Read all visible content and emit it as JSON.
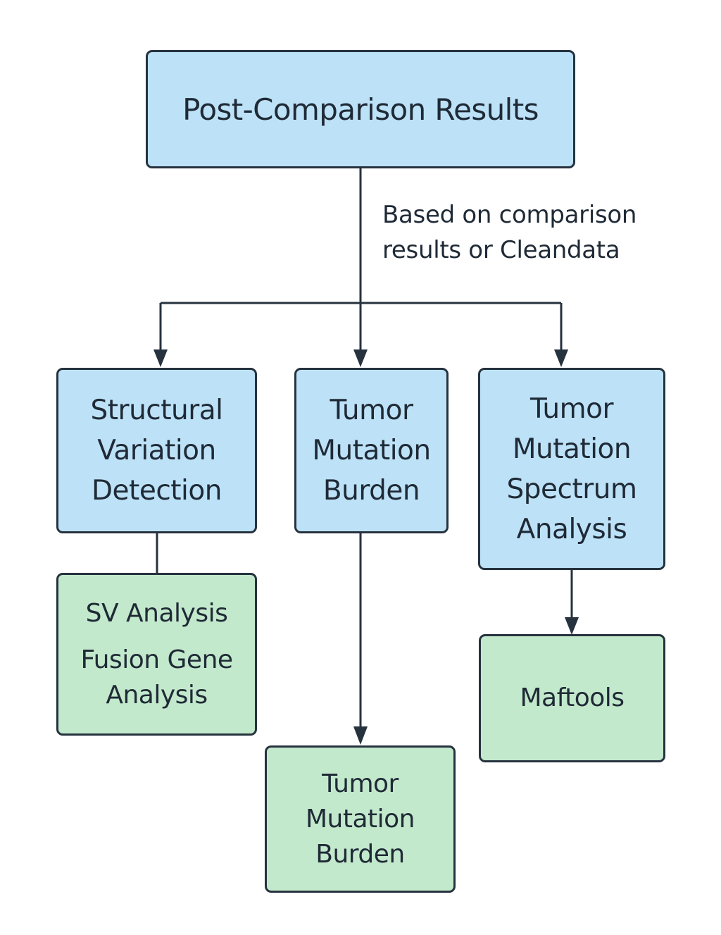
{
  "diagram": {
    "root": {
      "lines": [
        "Post-Comparison Results"
      ]
    },
    "edge_label": {
      "lines": [
        "Based on comparison",
        "results or Cleandata"
      ]
    },
    "level1": [
      {
        "lines": [
          "Structural",
          "Variation",
          "Detection"
        ]
      },
      {
        "lines": [
          "Tumor",
          "Mutation",
          "Burden"
        ]
      },
      {
        "lines": [
          "Tumor",
          "Mutation",
          "Spectrum",
          "Analysis"
        ]
      }
    ],
    "level2": [
      {
        "items": [
          {
            "lines": [
              "SV Analysis"
            ]
          },
          {
            "lines": [
              "Fusion Gene",
              "Analysis"
            ]
          }
        ]
      },
      {
        "lines": [
          "Tumor",
          "Mutation",
          "Burden"
        ]
      },
      {
        "lines": [
          "Maftools"
        ]
      }
    ],
    "colors": {
      "category_fill": "#bde2f8",
      "tool_fill": "#c3e9cc",
      "stroke": "#26323e"
    }
  }
}
